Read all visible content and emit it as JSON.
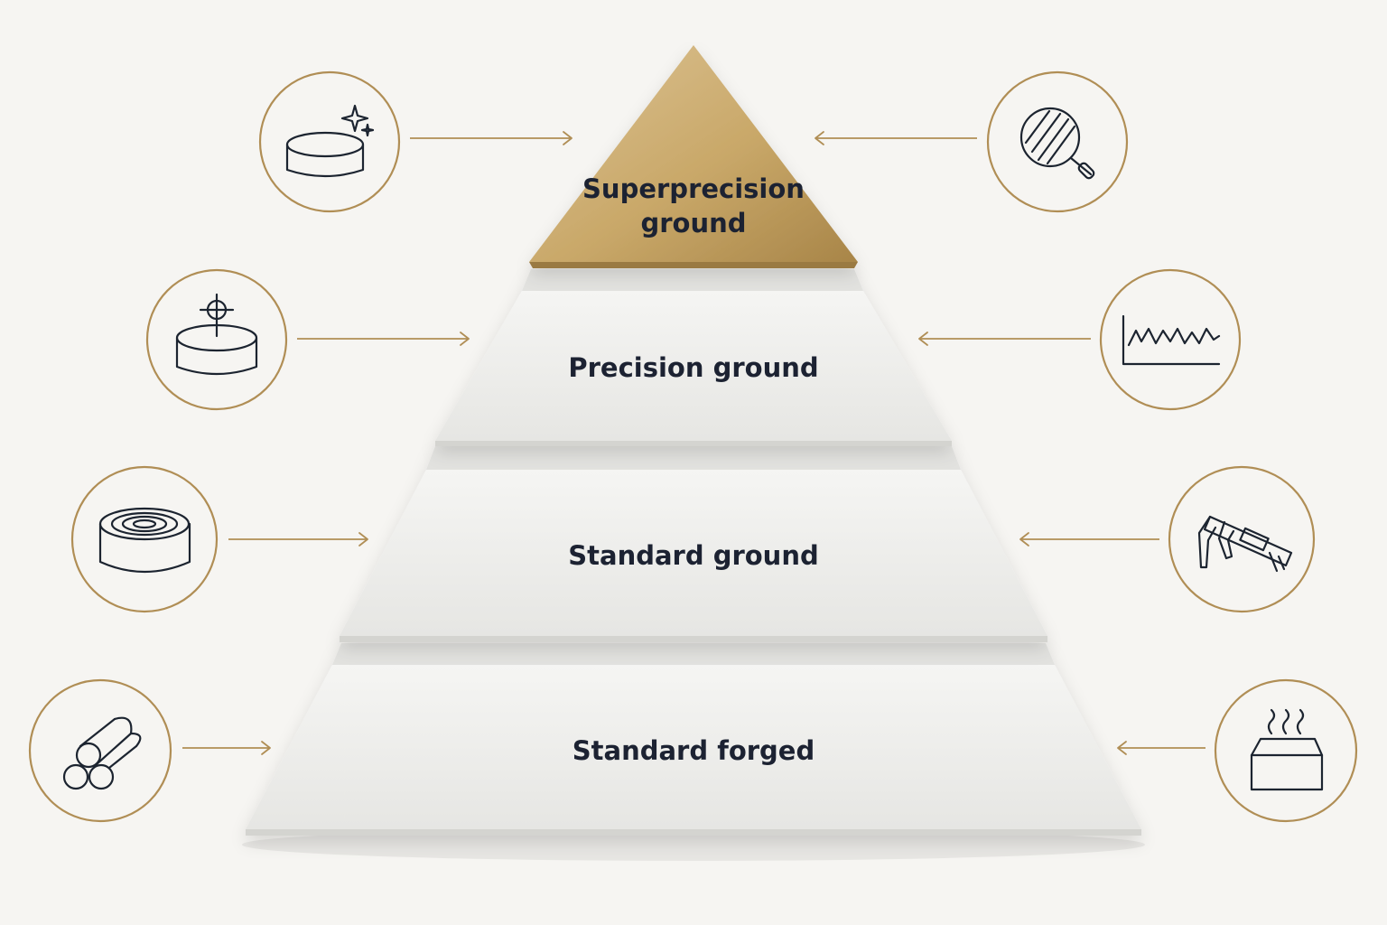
{
  "pyramid": {
    "tiers": [
      {
        "label_lines": [
          "Superprecision",
          "ground"
        ],
        "color": "#c9a869"
      },
      {
        "label_lines": [
          "Precision ground"
        ],
        "color": "#ececea"
      },
      {
        "label_lines": [
          "Standard ground"
        ],
        "color": "#ececea"
      },
      {
        "label_lines": [
          "Standard forged"
        ],
        "color": "#ececea"
      }
    ]
  },
  "icons": {
    "left": [
      "sparkle-disc-icon",
      "target-disc-icon",
      "concentric-disc-icon",
      "stacked-bars-icon"
    ],
    "right": [
      "magnifier-striations-icon",
      "roughness-profile-icon",
      "caliper-icon",
      "heated-block-icon"
    ]
  },
  "colors": {
    "accent_gold": "#b08e55",
    "background": "#f6f5f2",
    "text": "#1c2430"
  }
}
